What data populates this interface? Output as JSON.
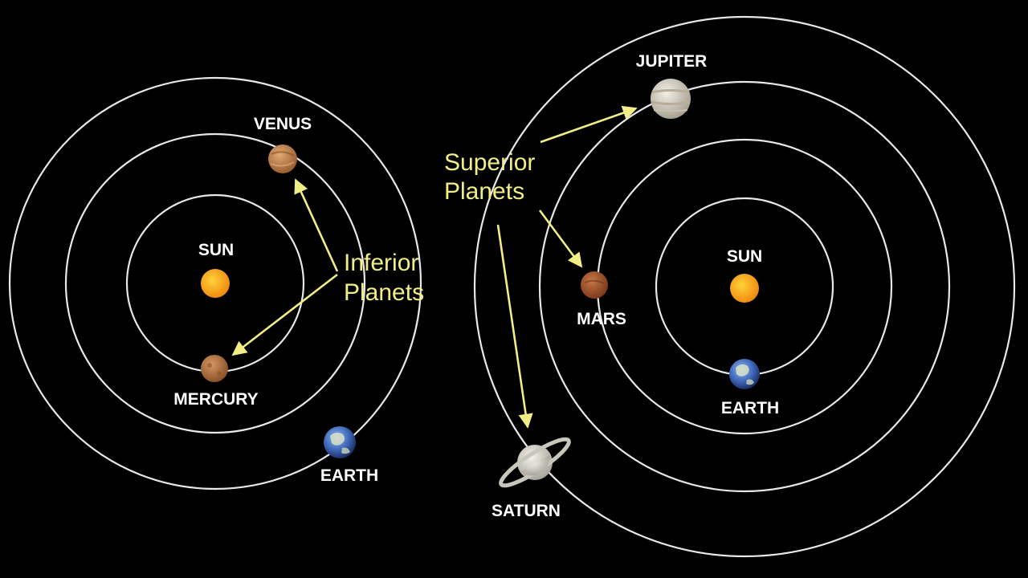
{
  "colors": {
    "background": "#000000",
    "orbit": "#e8e8e8",
    "label": "#ffffff",
    "annotation": "#f2ee86",
    "sun": "#f7a21a",
    "mercury": "#b0703d",
    "venus": "#c98b52",
    "mars": "#a0522d",
    "earth": "#4a76c4",
    "jupiter": "#d8d2c4",
    "saturn": "#d9d6cc"
  },
  "inferior_diagram": {
    "sun_label": "SUN",
    "venus_label": "VENUS",
    "mercury_label": "MERCURY",
    "earth_label": "EARTH",
    "group_label_line1": "Inferior",
    "group_label_line2": "Planets"
  },
  "superior_diagram": {
    "sun_label": "SUN",
    "jupiter_label": "JUPITER",
    "mars_label": "MARS",
    "earth_label": "EARTH",
    "saturn_label": "SATURN",
    "group_label_line1": "Superior",
    "group_label_line2": "Planets"
  }
}
